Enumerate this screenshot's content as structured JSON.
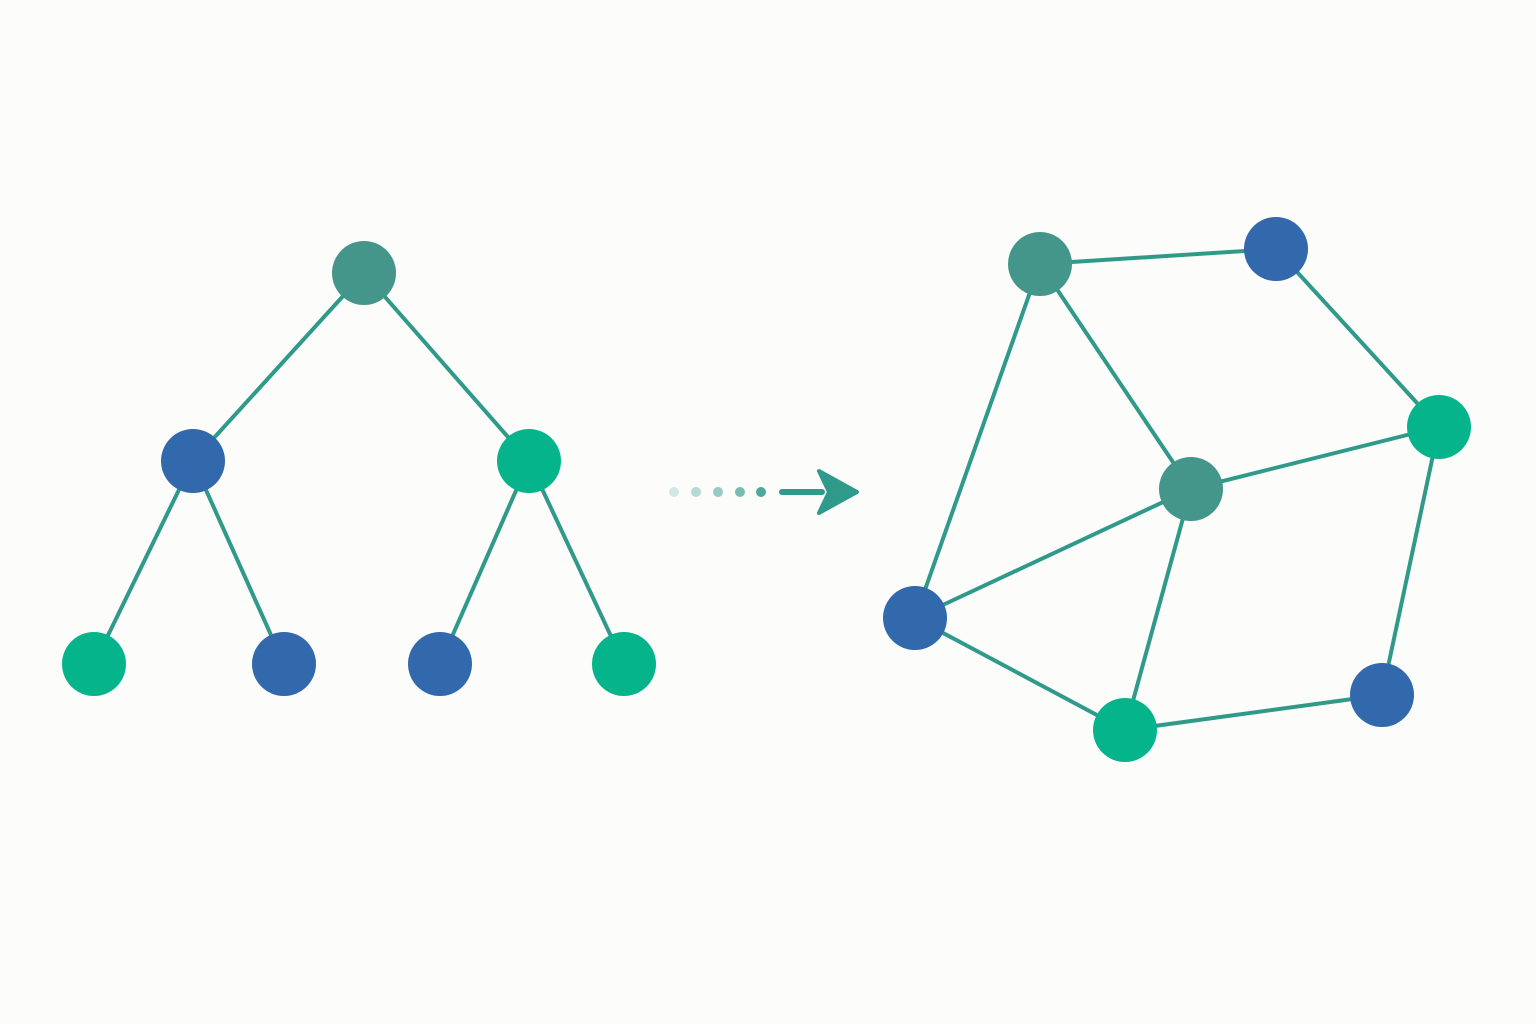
{
  "colors": {
    "background": "#fcfcfa",
    "edge": "#2f9a8a",
    "teal": "#45968a",
    "blue": "#3268ac",
    "green": "#05b48a",
    "arrow": "#2f9a8a"
  },
  "diagram": {
    "tree": {
      "nodes": [
        {
          "id": "t-root",
          "color": "teal"
        },
        {
          "id": "t-left",
          "color": "blue"
        },
        {
          "id": "t-right",
          "color": "green"
        },
        {
          "id": "t-leaf-1",
          "color": "green"
        },
        {
          "id": "t-leaf-2",
          "color": "blue"
        },
        {
          "id": "t-leaf-3",
          "color": "blue"
        },
        {
          "id": "t-leaf-4",
          "color": "green"
        }
      ],
      "edges": [
        [
          "t-root",
          "t-left"
        ],
        [
          "t-root",
          "t-right"
        ],
        [
          "t-left",
          "t-leaf-1"
        ],
        [
          "t-left",
          "t-leaf-2"
        ],
        [
          "t-right",
          "t-leaf-3"
        ],
        [
          "t-right",
          "t-leaf-4"
        ]
      ]
    },
    "transition": {
      "type": "dotted-arrow",
      "direction": "right",
      "dot_count": 5
    },
    "graph": {
      "nodes": [
        {
          "id": "g-top-left",
          "color": "teal"
        },
        {
          "id": "g-top-right",
          "color": "blue"
        },
        {
          "id": "g-right",
          "color": "green"
        },
        {
          "id": "g-center",
          "color": "teal"
        },
        {
          "id": "g-left",
          "color": "blue"
        },
        {
          "id": "g-bottom",
          "color": "green"
        },
        {
          "id": "g-bottom-right",
          "color": "blue"
        }
      ],
      "edges": [
        [
          "g-top-left",
          "g-top-right"
        ],
        [
          "g-top-right",
          "g-right"
        ],
        [
          "g-top-left",
          "g-center"
        ],
        [
          "g-top-left",
          "g-left"
        ],
        [
          "g-center",
          "g-right"
        ],
        [
          "g-center",
          "g-left"
        ],
        [
          "g-center",
          "g-bottom"
        ],
        [
          "g-left",
          "g-bottom"
        ],
        [
          "g-bottom",
          "g-bottom-right"
        ],
        [
          "g-right",
          "g-bottom-right"
        ]
      ]
    }
  }
}
